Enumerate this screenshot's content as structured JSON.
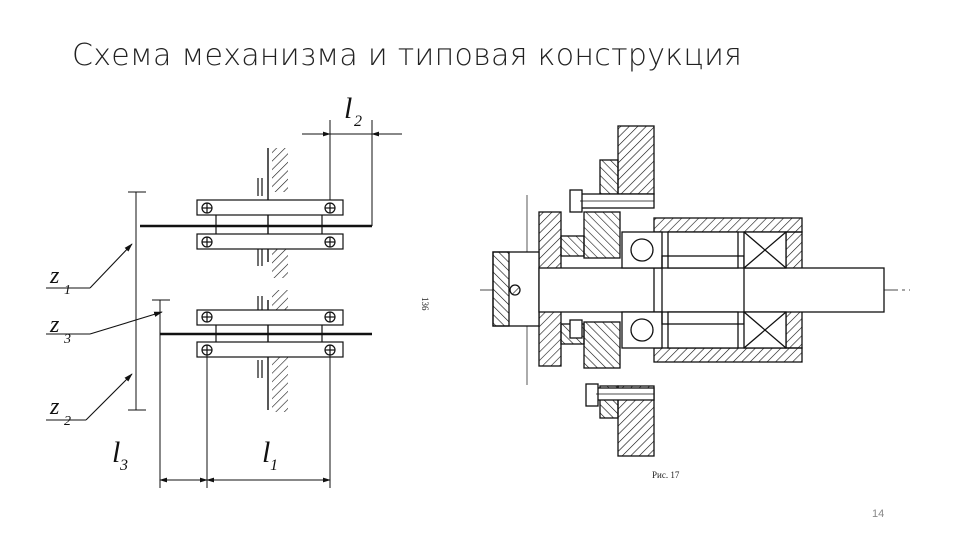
{
  "slide": {
    "title": "Схема механизма и типовая конструкция",
    "page_number": "14"
  },
  "scheme": {
    "labels": {
      "z1_main": "z",
      "z1_sub": "1",
      "z3_main": "z",
      "z3_sub": "3",
      "z2_main": "z",
      "z2_sub": "2",
      "l1_main": "l",
      "l1_sub": "1",
      "l2_main": "l",
      "l2_sub": "2",
      "l3_main": "l",
      "l3_sub": "3"
    }
  },
  "drawing": {
    "caption": "Рис. 17",
    "side_number": "136"
  }
}
